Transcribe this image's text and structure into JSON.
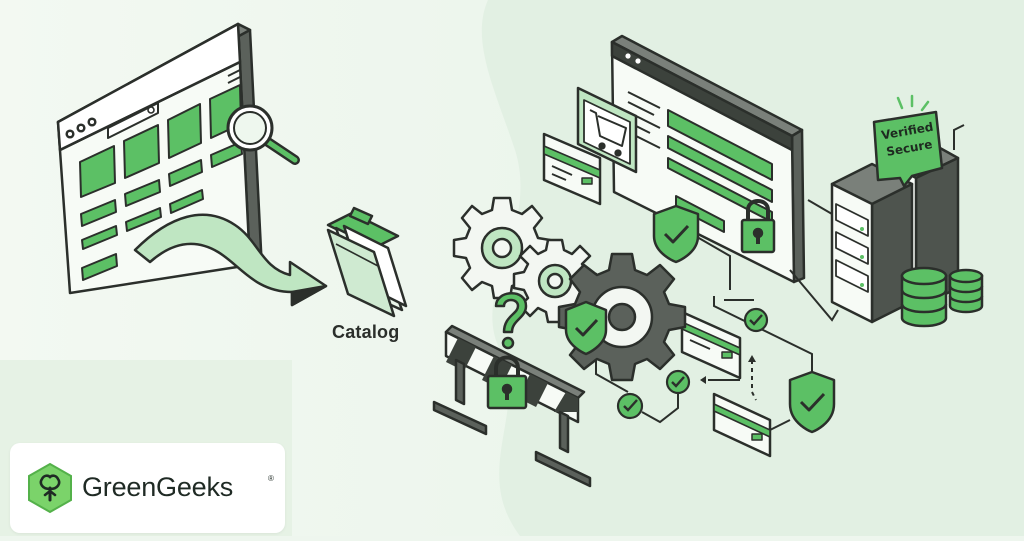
{
  "catalog": {
    "label": "Catalog"
  },
  "badge": {
    "line1": "Verified",
    "line2": "Secure"
  },
  "brand": {
    "name": "GreenGeeks",
    "mark": "®"
  },
  "colors": {
    "background": "#eef6ee",
    "panel": "#e3f1e4",
    "accent": "#5cc065",
    "accent_light": "#bfe6c2",
    "ink": "#2b2f2b"
  },
  "icons": [
    "browser-window-icon",
    "magnifier-icon",
    "arrow-icon",
    "folder-icon",
    "browser-checkout-icon",
    "cart-icon",
    "credit-card-icon",
    "padlock-icon",
    "server-rack-icon",
    "database-icon",
    "gear-icon",
    "question-mark-icon",
    "barrier-icon",
    "shield-check-icon",
    "check-circle-icon",
    "greengeeks-logo-icon"
  ]
}
